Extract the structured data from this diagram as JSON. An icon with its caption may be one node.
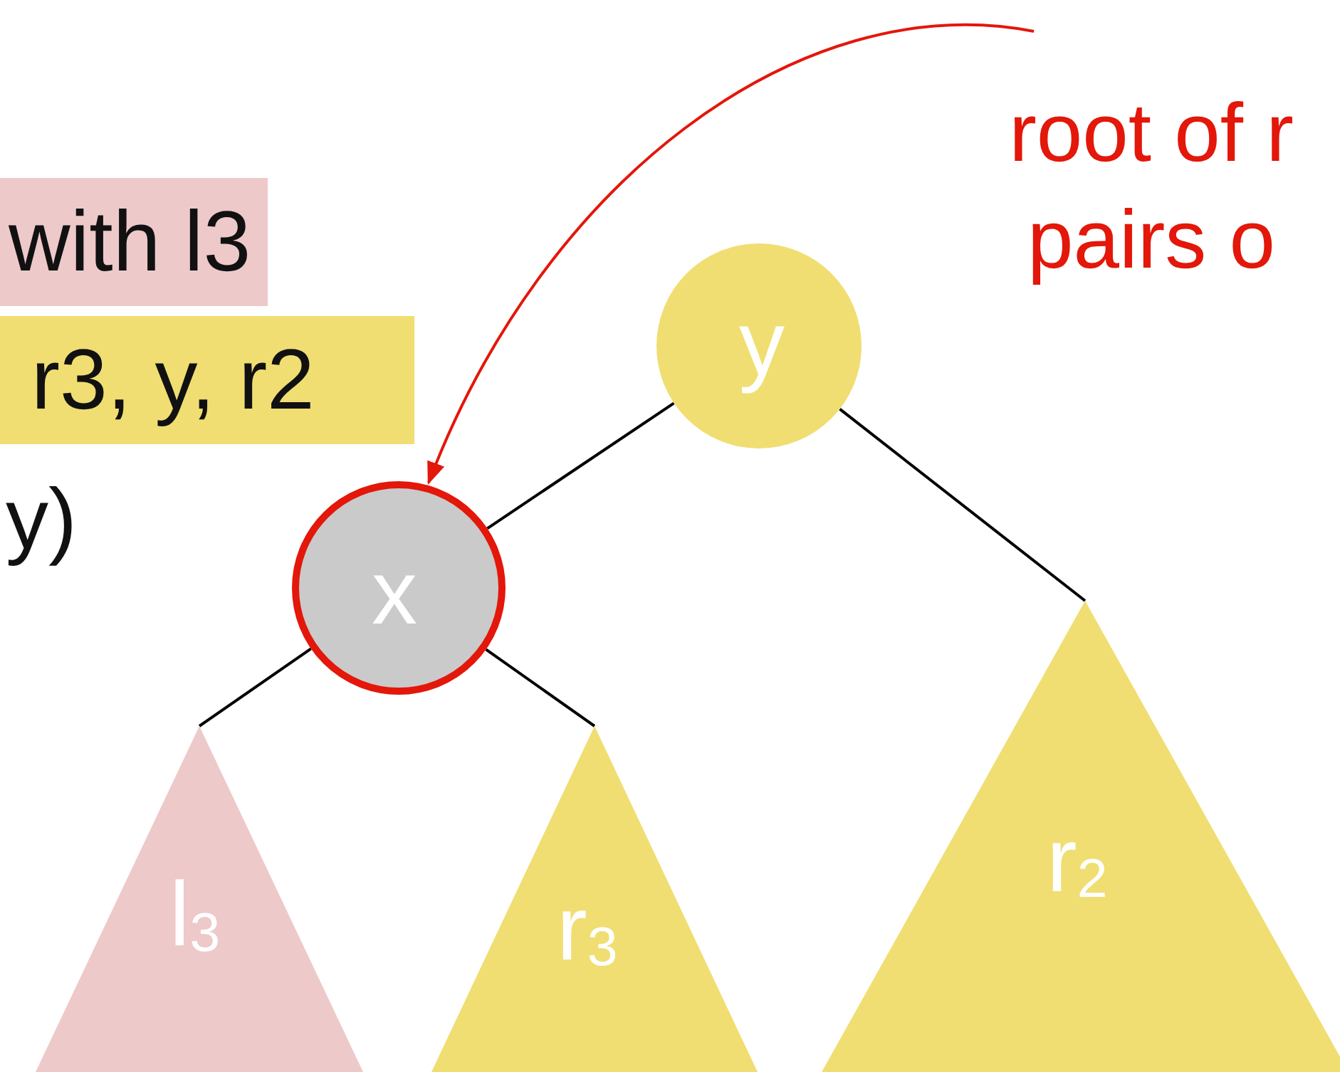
{
  "diagram": {
    "nodes": [
      {
        "text": [
          "y"
        ]
      },
      {
        "text": [
          "x"
        ]
      },
      {
        "text": [
          "l$_{3}$"
        ]
      },
      {
        "text": [
          "r$_{3}$"
        ]
      },
      {
        "text": [
          "r$_{2}$"
        ]
      },
      {
        "text": [
          "root of r pairs o"
        ]
      }
    ],
    "edges": [
      {
        "from": 0,
        "to": 1,
        "arrow": "none"
      },
      {
        "from": 0,
        "to": 4,
        "arrow": "none"
      },
      {
        "from": 1,
        "to": 2,
        "arrow": "none"
      },
      {
        "from": 1,
        "to": 3,
        "arrow": "none"
      },
      {
        "from": 5,
        "to": 1,
        "arrow": "to",
        "color": "#e3170a"
      }
    ],
    "labels": [
      "with l3",
      "r3, y, r2",
      "y)"
    ]
  }
}
